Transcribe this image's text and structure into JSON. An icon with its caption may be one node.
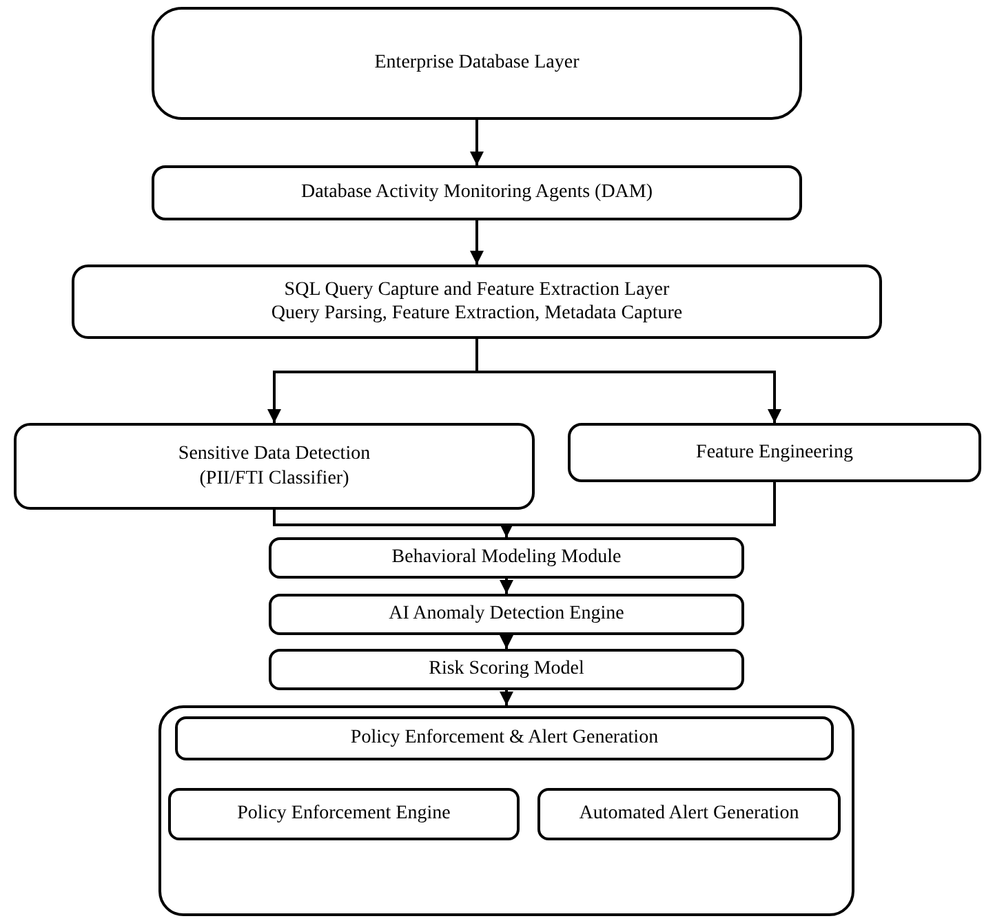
{
  "diagram": {
    "nodes": [
      {
        "text": [
          "Enterprise Database Layer"
        ]
      },
      {
        "text": [
          "Database Activity Monitoring Agents (DAM)"
        ]
      },
      {
        "text": [
          "SQL Query Capture and Feature Extraction Layer",
          "Query Parsing, Feature Extraction, Metadata Capture"
        ]
      },
      {
        "text": [
          "Sensitive Data Detection",
          "(PII/FTI Classifier)"
        ]
      },
      {
        "text": [
          "Feature Engineering"
        ]
      },
      {
        "text": [
          "Behavioral Modeling Module"
        ]
      },
      {
        "text": [
          "AI Anomaly Detection Engine"
        ]
      },
      {
        "text": [
          "Risk Scoring Model"
        ]
      },
      {
        "text": [],
        "shape": "box"
      },
      {
        "text": [
          "Policy Enforcement & Alert Generation"
        ],
        "in": 8
      },
      {
        "text": [
          "Policy Enforcement Engine"
        ],
        "in": 8
      },
      {
        "text": [
          "Automated Alert Generation"
        ],
        "in": 8
      }
    ],
    "edges": [
      {
        "from": 0,
        "to": 1,
        "arrow": "to"
      },
      {
        "from": 1,
        "to": 2,
        "arrow": "to"
      },
      {
        "from": 2,
        "to": 3,
        "arrow": "to"
      },
      {
        "from": 2,
        "to": 4,
        "arrow": "to"
      },
      {
        "from": 3,
        "to": 5,
        "arrow": "to"
      },
      {
        "from": 4,
        "to": 5,
        "arrow": "to"
      },
      {
        "from": 5,
        "to": 6,
        "arrow": "to"
      },
      {
        "from": 6,
        "to": 7,
        "arrow": "to"
      },
      {
        "from": 7,
        "to": 8,
        "arrow": "to"
      }
    ]
  }
}
